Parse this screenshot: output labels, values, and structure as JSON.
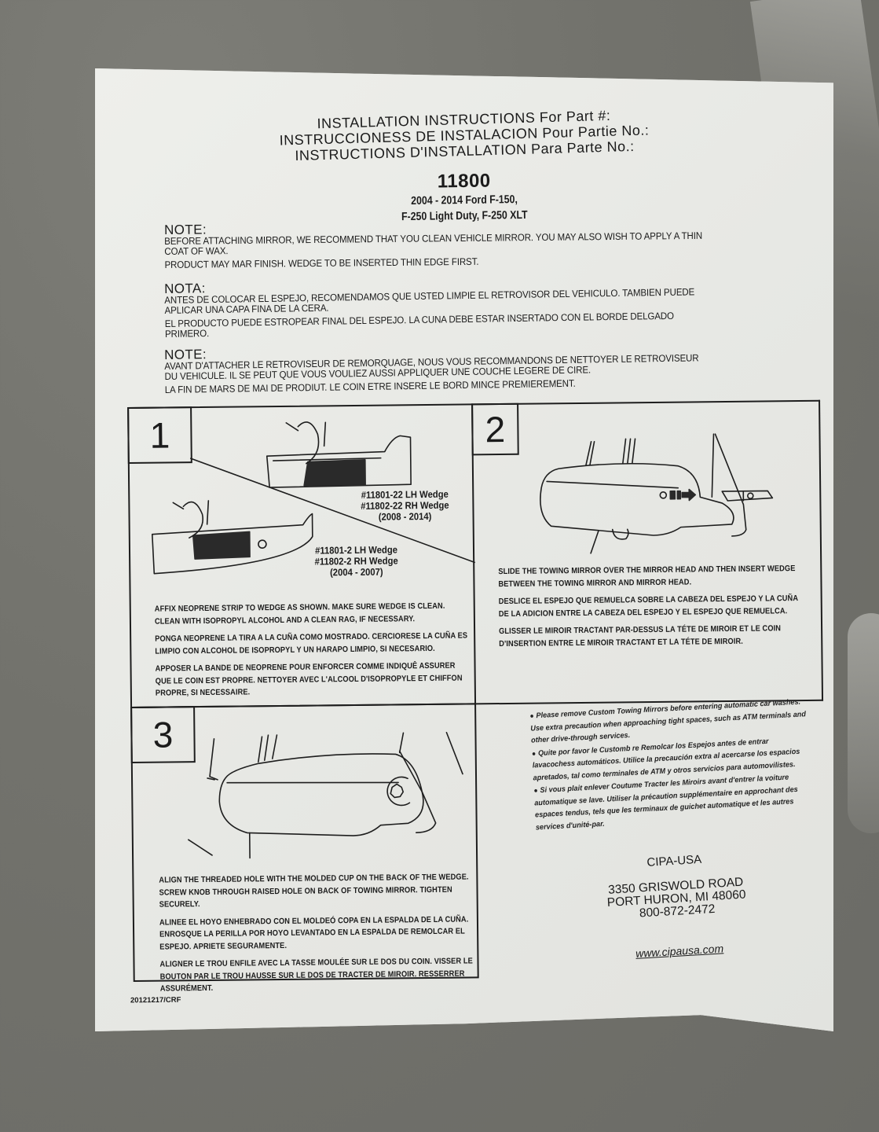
{
  "document": {
    "header": {
      "line1": "INSTALLATION INSTRUCTIONS For Part #:",
      "line2": "INSTRUCCIONESS DE INSTALACION Pour Partie No.:",
      "line3": "INSTRUCTIONS D'INSTALLATION Para Parte No.:"
    },
    "part_number": "11800",
    "vehicle_line1": "2004 - 2014 Ford F-150,",
    "vehicle_line2": "F-250 Light Duty, F-250 XLT",
    "notes": [
      {
        "heading": "NOTE:",
        "para1": "BEFORE ATTACHING MIRROR, WE RECOMMEND THAT YOU CLEAN VEHICLE MIRROR. YOU MAY ALSO WISH TO APPLY A THIN COAT OF WAX.",
        "para2": "PRODUCT MAY MAR FINISH. WEDGE TO BE INSERTED THIN EDGE FIRST."
      },
      {
        "heading": "NOTA:",
        "para1": "ANTES DE COLOCAR EL ESPEJO, RECOMENDAMOS QUE USTED LIMPIE EL RETROVISOR DEL VEHICULO. TAMBIEN PUEDE APLICAR UNA CAPA FINA DE LA CERA.",
        "para2": "EL PRODUCTO PUEDE ESTROPEAR FINAL DEL ESPEJO. LA CUNA DEBE ESTAR INSERTADO CON EL BORDE DELGADO PRIMERO."
      },
      {
        "heading": "NOTE:",
        "para1": "AVANT D'ATTACHER LE RETROVISEUR DE REMORQUAGE, NOUS VOUS RECOMMANDONS DE NETTOYER LE RETROVISEUR DU VEHICULE. IL SE PEUT QUE VOUS VOULIEZ AUSSI APPLIQUER UNE COUCHE LEGERE DE CIRE.",
        "para2": "LA FIN DE MARS DE MAI DE PRODIUT. LE COIN ETRE INSERE LE BORD MINCE PREMIEREMENT."
      }
    ],
    "steps": [
      {
        "number": "1",
        "wedge_new": {
          "lh": "#11801-22 LH Wedge",
          "rh": "#11802-22 RH Wedge",
          "years": "(2008 - 2014)"
        },
        "wedge_old": {
          "lh": "#11801-2 LH Wedge",
          "rh": "#11802-2 RH Wedge",
          "years": "(2004 - 2007)"
        },
        "en": "AFFIX NEOPRENE STRIP TO WEDGE AS SHOWN. MAKE SURE WEDGE IS CLEAN. CLEAN WITH ISOPROPYL ALCOHOL AND A CLEAN RAG, IF NECESSARY.",
        "es": "PONGA NEOPRENE LA TIRA A LA CUÑA COMO MOSTRADO. CERCIORESE LA CUÑA ES LIMPIO CON ALCOHOL DE ISOPROPYL Y UN HARAPO LIMPIO, SI NECESARIO.",
        "fr": "APPOSER LA BANDE DE NEOPRENE POUR ENFORCER COMME INDIQUÊ ASSURER QUE LE COIN EST PROPRE. NETTOYER AVEC L'ALCOOL D'ISOPROPYLE ET CHIFFON PROPRE, SI NECESSAIRE."
      },
      {
        "number": "2",
        "en": "SLIDE THE TOWING MIRROR OVER THE MIRROR HEAD AND THEN INSERT WEDGE BETWEEN THE TOWING MIRROR AND MIRROR HEAD.",
        "es": "DESLICE EL ESPEJO QUE REMUELCA SOBRE LA CABEZA DEL ESPEJO Y LA CUÑA DE LA ADICION ENTRE LA CABEZA DEL ESPEJO Y EL ESPEJO QUE REMUELCA.",
        "fr": "GLISSER LE MIROIR TRACTANT PAR-DESSUS LA TÉTE DE MIROIR ET LE COIN D'INSERTION ENTRE LE MIROIR TRACTANT ET LA TÉTE DE MIROIR."
      },
      {
        "number": "3",
        "en": "ALIGN THE THREADED HOLE WITH THE MOLDED CUP ON THE BACK OF THE WEDGE. SCREW KNOB THROUGH RAISED HOLE ON BACK OF TOWING MIRROR. TIGHTEN SECURELY.",
        "es": "ALINEE EL HOYO ENHEBRADO CON EL MOLDEÓ COPA EN LA ESPALDA DE LA CUÑA. ENROSQUE LA PERILLA POR HOYO LEVANTADO EN LA ESPALDA DE REMOLCAR EL ESPEJO. APRIETE SEGURAMENTE.",
        "fr": "ALIGNER LE TROU ENFILE AVEC LA TASSE MOULÉE SUR LE DOS DU COIN. VISSER LE BOUTON PAR LE TROU HAUSSE SUR LE DOS DE TRACTER DE MIROIR. RESSERRER ASSURÉMENT."
      }
    ],
    "warnings": [
      "Please remove Custom Towing Mirrors before entering automatic car washes. Use extra precaution when approaching tight spaces, such as ATM terminals and other drive-through services.",
      "Quite por favor le Customb re Remolcar los Espejos antes de entrar lavacochess automáticos. Utilice la precaución extra al acercarse los espacios apretados, tal como terminales de ATM y otros servicios para automovilistes.",
      "Si vous plait enlever Coutume Tracter les Miroirs avant d'entrer la voiture automatique se lave. Utiliser la précaution supplémentaire en approchant des espaces tendus, tels que les terminaux de guichet automatique et les autres services d'unité-par."
    ],
    "company": {
      "name": "CIPA-USA",
      "address1": "3350 GRISWOLD ROAD",
      "address2": "PORT HURON, MI 48060",
      "phone": "800-872-2472",
      "website": "www.cipausa.com"
    },
    "doc_code": "20121217/CRF",
    "icons": {
      "bullet": "●"
    },
    "colors": {
      "background": "#74746e",
      "paper": "#e9eae6",
      "ink": "#1b1b1b"
    }
  }
}
